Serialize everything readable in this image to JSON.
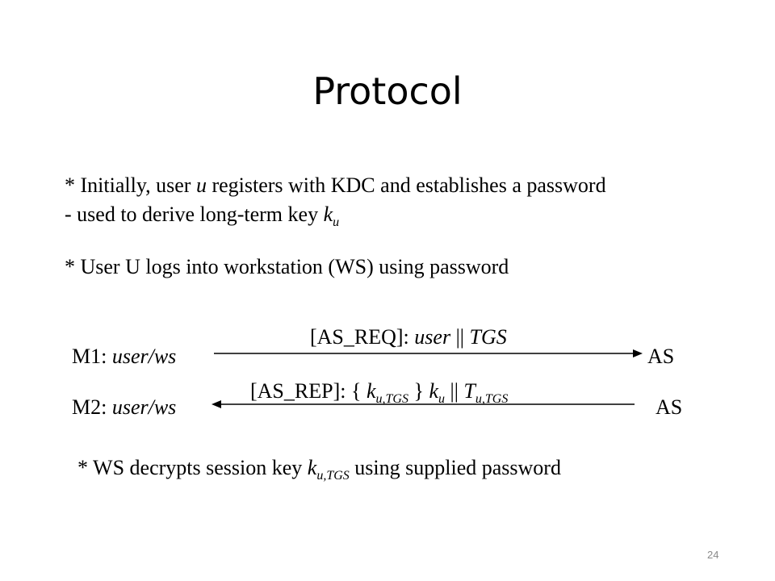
{
  "title": "Protocol",
  "bullet1": {
    "line1_a": "* Initially, user ",
    "line1_var": "u",
    "line1_b": " registers with KDC and establishes a password",
    "line2_a": "- used to derive long-term key ",
    "line2_key": "k",
    "line2_key_sub": "u"
  },
  "bullet2": "* User U logs into workstation (WS) using password",
  "m1": {
    "label": "M1: ",
    "party": "user/ws",
    "msg_a": "[AS_REQ]: ",
    "msg_user": "user",
    "msg_sep": " ||  ",
    "msg_tgs": "TGS",
    "dest": "AS"
  },
  "m2": {
    "label": "M2: ",
    "party": "user/ws",
    "msg_a": "[AS_REP]: { ",
    "msg_k1": "k",
    "msg_k1_sub": "u,TGS",
    "msg_b": " } ",
    "msg_k2": "k",
    "msg_k2_sub": "u",
    "msg_sep": " || ",
    "msg_t": "T",
    "msg_t_sub": "u,TGS",
    "dest": "AS"
  },
  "bullet3": {
    "a": "* WS decrypts session key ",
    "key": "k",
    "key_sub": "u,TGS",
    "b": " using supplied password"
  },
  "page_number": "24"
}
